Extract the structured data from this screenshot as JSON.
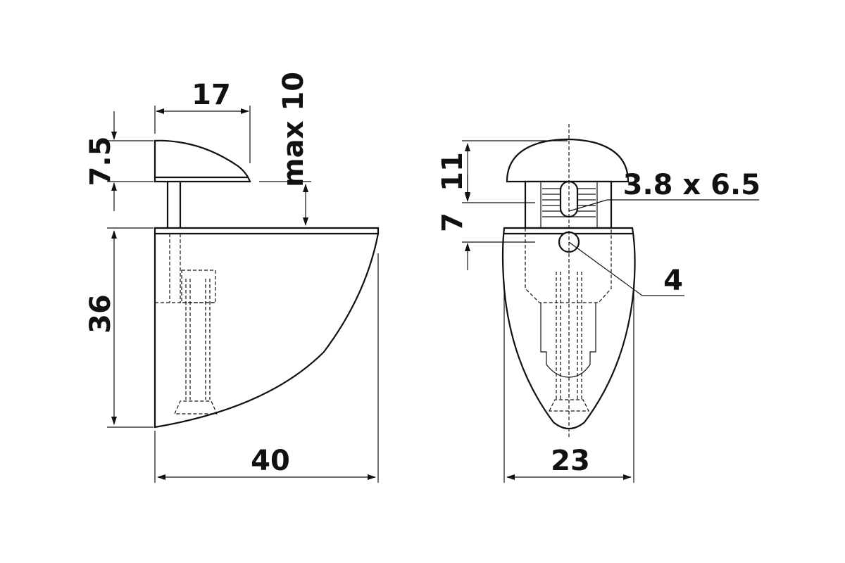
{
  "side_view": {
    "dim_width_top": "17",
    "dim_height_cap": "7.5",
    "dim_gap": "max 10",
    "dim_height_body": "36",
    "dim_width_base": "40"
  },
  "front_view": {
    "dim_height_cap": "11",
    "dim_height_mid": "7",
    "dim_slot": "3.8 x 6.5",
    "dim_hole": "4",
    "dim_width": "23"
  },
  "colors": {
    "line": "#111111",
    "background": "#ffffff"
  }
}
